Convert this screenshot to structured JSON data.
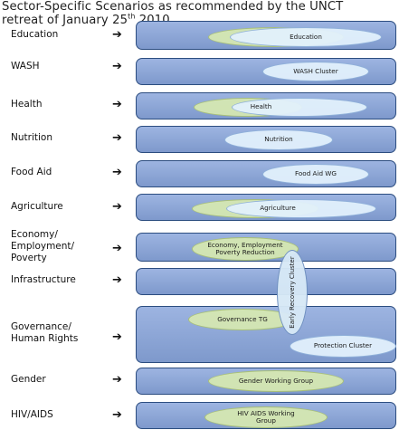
{
  "title": {
    "line1": "Sector-Specific Scenarios as recommended by the UNCT",
    "line2_main": "retreat of January 25",
    "line2_sup": "th",
    "line2_end": " 2010"
  },
  "arrow_glyph": "➔",
  "sectors": [
    {
      "label_lines": [
        "Education"
      ]
    },
    {
      "label_lines": [
        "WASH"
      ]
    },
    {
      "label_lines": [
        "Health"
      ]
    },
    {
      "label_lines": [
        "Nutrition"
      ]
    },
    {
      "label_lines": [
        "Food Aid"
      ]
    },
    {
      "label_lines": [
        "Agriculture"
      ]
    },
    {
      "label_lines": [
        "Economy/",
        "Employment/",
        "Poverty"
      ]
    },
    {
      "label_lines": [
        "Infrastructure"
      ]
    },
    {
      "label_lines": [
        "Governance/",
        "Human Rights"
      ]
    },
    {
      "label_lines": [
        "Gender"
      ]
    },
    {
      "label_lines": [
        "HIV/AIDS"
      ]
    }
  ],
  "groups": {
    "education": "Education",
    "wash": "WASH Cluster",
    "health": "Health",
    "nutrition": "Nutrition",
    "food_aid": "Food Aid WG",
    "agriculture": "Agriculture",
    "economy": "Economy, Employment Poverty Reduction",
    "early_recovery": "Early Recovery Cluster",
    "governance": "Governance TG",
    "protection": "Protection Cluster",
    "gender": "Gender Working Group",
    "hiv": "HIV AIDS Working Group"
  },
  "colors": {
    "bar_fill": "#8ea8d8",
    "bar_border": "#2c4d80",
    "green_ellipse": "#d6e8b0",
    "blue_ellipse": "#e2f0fc"
  }
}
